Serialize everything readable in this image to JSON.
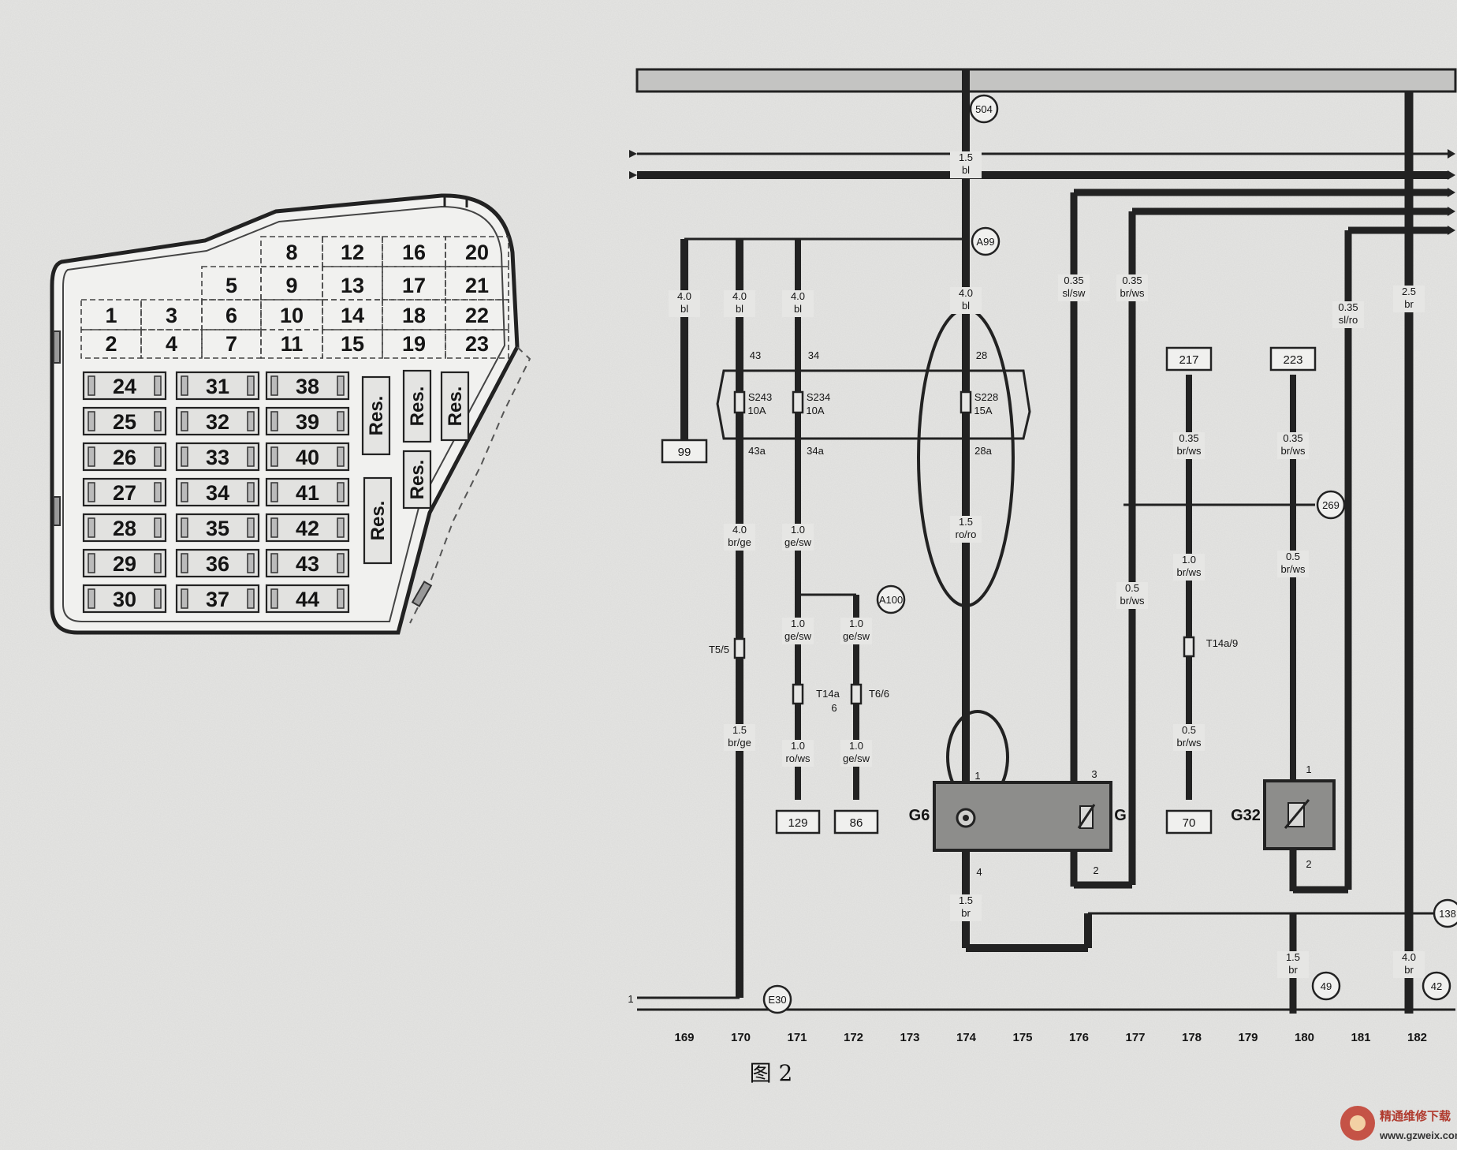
{
  "figure": {
    "caption": "图 2",
    "watermark": {
      "name": "精通维修下载",
      "url": "www.gzweix.com"
    }
  },
  "fuse_box": {
    "upper_rows": [
      [
        "",
        "",
        "",
        "8",
        "12",
        "16",
        "20"
      ],
      [
        "",
        "",
        "5",
        "9",
        "13",
        "17",
        "21"
      ],
      [
        "1",
        "3",
        "6",
        "10",
        "14",
        "18",
        "22"
      ],
      [
        "2",
        "4",
        "7",
        "11",
        "15",
        "19",
        "23"
      ]
    ],
    "lower_columns": [
      [
        "24",
        "25",
        "26",
        "27",
        "28",
        "29",
        "30"
      ],
      [
        "31",
        "32",
        "33",
        "34",
        "35",
        "36",
        "37"
      ],
      [
        "38",
        "39",
        "40",
        "41",
        "42",
        "43",
        "44"
      ]
    ],
    "reserved": [
      "Res.",
      "Res.",
      "Res.",
      "Res.",
      "Res."
    ]
  },
  "schematic": {
    "top_nodes": [
      "504",
      "A99"
    ],
    "left_line_nodes": [
      "1",
      "E30"
    ],
    "right_nodes": [
      "269",
      "138",
      "49",
      "42"
    ],
    "splice_labels": [
      "A100"
    ],
    "fuses": [
      {
        "name": "S243",
        "rating": "10A",
        "pin_in": "43",
        "pin_out": "43a"
      },
      {
        "name": "S234",
        "rating": "10A",
        "pin_in": "34",
        "pin_out": "34a"
      },
      {
        "name": "S228",
        "rating": "15A",
        "pin_in": "28",
        "pin_out": "28a"
      }
    ],
    "refs": [
      "99",
      "129",
      "86",
      "217",
      "223",
      "70"
    ],
    "components": [
      {
        "name": "G6",
        "pins": [
          "1",
          "4"
        ]
      },
      {
        "name": "G",
        "pins": [
          "3",
          "2"
        ]
      },
      {
        "name": "G32",
        "pins": [
          "1",
          "2"
        ]
      }
    ],
    "connectors": [
      "T5/5",
      "T14a",
      "6",
      "T6/6",
      "T14a/9"
    ],
    "wires": [
      {
        "size": "4.0",
        "color": "bl"
      },
      {
        "size": "4.0",
        "color": "bl"
      },
      {
        "size": "4.0",
        "color": "bl"
      },
      {
        "size": "1.5",
        "color": "bl"
      },
      {
        "size": "4.0",
        "color": "bl"
      },
      {
        "size": "0.35",
        "color": "sl/sw"
      },
      {
        "size": "0.35",
        "color": "br/ws"
      },
      {
        "size": "0.35",
        "color": "sl/ro"
      },
      {
        "size": "2.5",
        "color": "br"
      },
      {
        "size": "4.0",
        "color": "br/ge"
      },
      {
        "size": "1.0",
        "color": "ge/sw"
      },
      {
        "size": "1.5",
        "color": "ro/ro"
      },
      {
        "size": "0.35",
        "color": "br/ws"
      },
      {
        "size": "0.35",
        "color": "br/ws"
      },
      {
        "size": "1.0",
        "color": "ge/sw"
      },
      {
        "size": "1.0",
        "color": "ge/sw"
      },
      {
        "size": "0.5",
        "color": "br/ws"
      },
      {
        "size": "1.0",
        "color": "br/ws"
      },
      {
        "size": "0.5",
        "color": "br/ws"
      },
      {
        "size": "1.5",
        "color": "br/ge"
      },
      {
        "size": "1.0",
        "color": "ro/ws"
      },
      {
        "size": "1.0",
        "color": "ge/sw"
      },
      {
        "size": "0.5",
        "color": "br/ws"
      },
      {
        "size": "1.5",
        "color": "br"
      },
      {
        "size": "1.5",
        "color": "br"
      },
      {
        "size": "4.0",
        "color": "br"
      }
    ],
    "column_numbers": [
      "169",
      "170",
      "171",
      "172",
      "173",
      "174",
      "175",
      "176",
      "177",
      "178",
      "179",
      "180",
      "181",
      "182"
    ]
  }
}
